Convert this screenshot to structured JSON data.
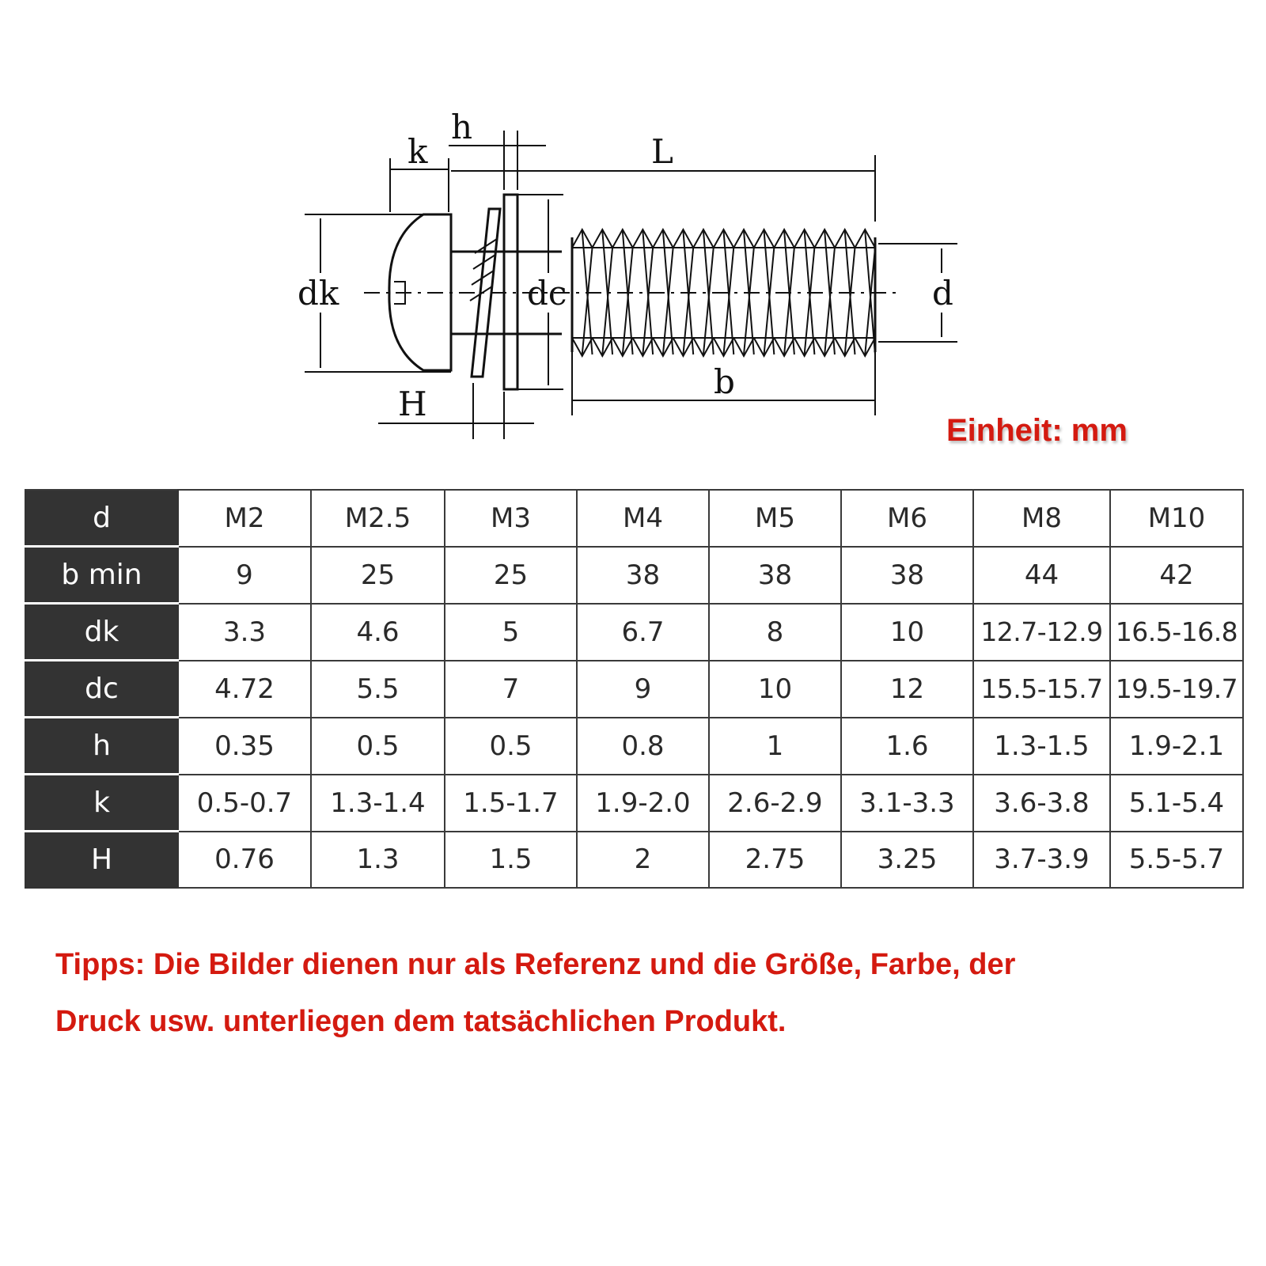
{
  "diagram": {
    "labels": {
      "h": "h",
      "k": "k",
      "L": "L",
      "dk": "dk",
      "dc": "dc",
      "d": "d",
      "b": "b",
      "H": "H"
    }
  },
  "unit_label": "Einheit: mm",
  "table": {
    "rows": [
      {
        "label": "d",
        "values": [
          "M2",
          "M2.5",
          "M3",
          "M4",
          "M5",
          "M6",
          "M8",
          "M10"
        ]
      },
      {
        "label": "b min",
        "values": [
          "9",
          "25",
          "25",
          "38",
          "38",
          "38",
          "44",
          "42"
        ]
      },
      {
        "label": "dk",
        "values": [
          "3.3",
          "4.6",
          "5",
          "6.7",
          "8",
          "10",
          "12.7-12.9",
          "16.5-16.8"
        ]
      },
      {
        "label": "dc",
        "values": [
          "4.72",
          "5.5",
          "7",
          "9",
          "10",
          "12",
          "15.5-15.7",
          "19.5-19.7"
        ]
      },
      {
        "label": "h",
        "values": [
          "0.35",
          "0.5",
          "0.5",
          "0.8",
          "1",
          "1.6",
          "1.3-1.5",
          "1.9-2.1"
        ]
      },
      {
        "label": "k",
        "values": [
          "0.5-0.7",
          "1.3-1.4",
          "1.5-1.7",
          "1.9-2.0",
          "2.6-2.9",
          "3.1-3.3",
          "3.6-3.8",
          "5.1-5.4"
        ]
      },
      {
        "label": "H",
        "values": [
          "0.76",
          "1.3",
          "1.5",
          "2",
          "2.75",
          "3.25",
          "3.7-3.9",
          "5.5-5.7"
        ]
      }
    ]
  },
  "tips": {
    "line1": "Tipps: Die Bilder dienen nur als Referenz und die Größe, Farbe, der",
    "line2": "Druck usw. unterliegen dem tatsächlichen Produkt."
  },
  "colors": {
    "accent_red": "#d41a10",
    "header_dark": "#333333"
  }
}
